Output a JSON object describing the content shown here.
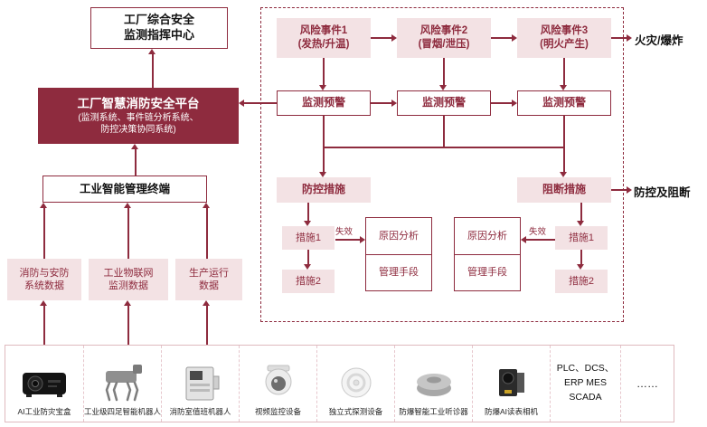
{
  "colors": {
    "accent": "#8E2B3E",
    "pink": "#F3E2E4",
    "strip_border": "#DFB9BF"
  },
  "command_center": {
    "line1": "工厂综合安全",
    "line2": "监测指挥中心"
  },
  "platform": {
    "title": "工厂智慧消防安全平台",
    "sub1": "(监测系统、事件链分析系统、",
    "sub2": "防控决策协同系统)"
  },
  "terminal": {
    "label": "工业智能管理终端"
  },
  "data_sources": [
    {
      "line1": "消防与安防",
      "line2": "系统数据"
    },
    {
      "line1": "工业物联网",
      "line2": "监测数据"
    },
    {
      "line1": "生产运行",
      "line2": "数据"
    }
  ],
  "risk_chain": {
    "events": [
      {
        "line1": "风险事件1",
        "line2": "(发热/升温)"
      },
      {
        "line1": "风险事件2",
        "line2": "(冒烟/泄压)"
      },
      {
        "line1": "风险事件3",
        "line2": "(明火产生)"
      }
    ],
    "monitor": "监测预警",
    "outcome": "火灾/爆炸",
    "prevention": "防控措施",
    "blocking": "阻断措施",
    "side_label": "防控及阻断",
    "measure1": "措施1",
    "measure2": "措施2",
    "fail": "失效",
    "cause": "原因分析",
    "management": "管理手段"
  },
  "devices": {
    "items": [
      {
        "label": "AI工业防灾宝盒",
        "icon": "ai-disaster-box-icon"
      },
      {
        "label": "工业级四足智能机器人",
        "icon": "quadruped-robot-icon"
      },
      {
        "label": "消防室值班机器人",
        "icon": "duty-robot-icon"
      },
      {
        "label": "视频监控设备",
        "icon": "dome-camera-icon"
      },
      {
        "label": "独立式探测设备",
        "icon": "smoke-detector-icon"
      },
      {
        "label": "防爆智能工业听诊器",
        "icon": "industrial-stethoscope-icon"
      },
      {
        "label": "防爆AI读表相机",
        "icon": "meter-reading-camera-icon"
      }
    ],
    "protocols": {
      "line1": "PLC、DCS、",
      "line2": "ERP  MES",
      "line3": "SCADA"
    },
    "ellipsis": "……"
  }
}
